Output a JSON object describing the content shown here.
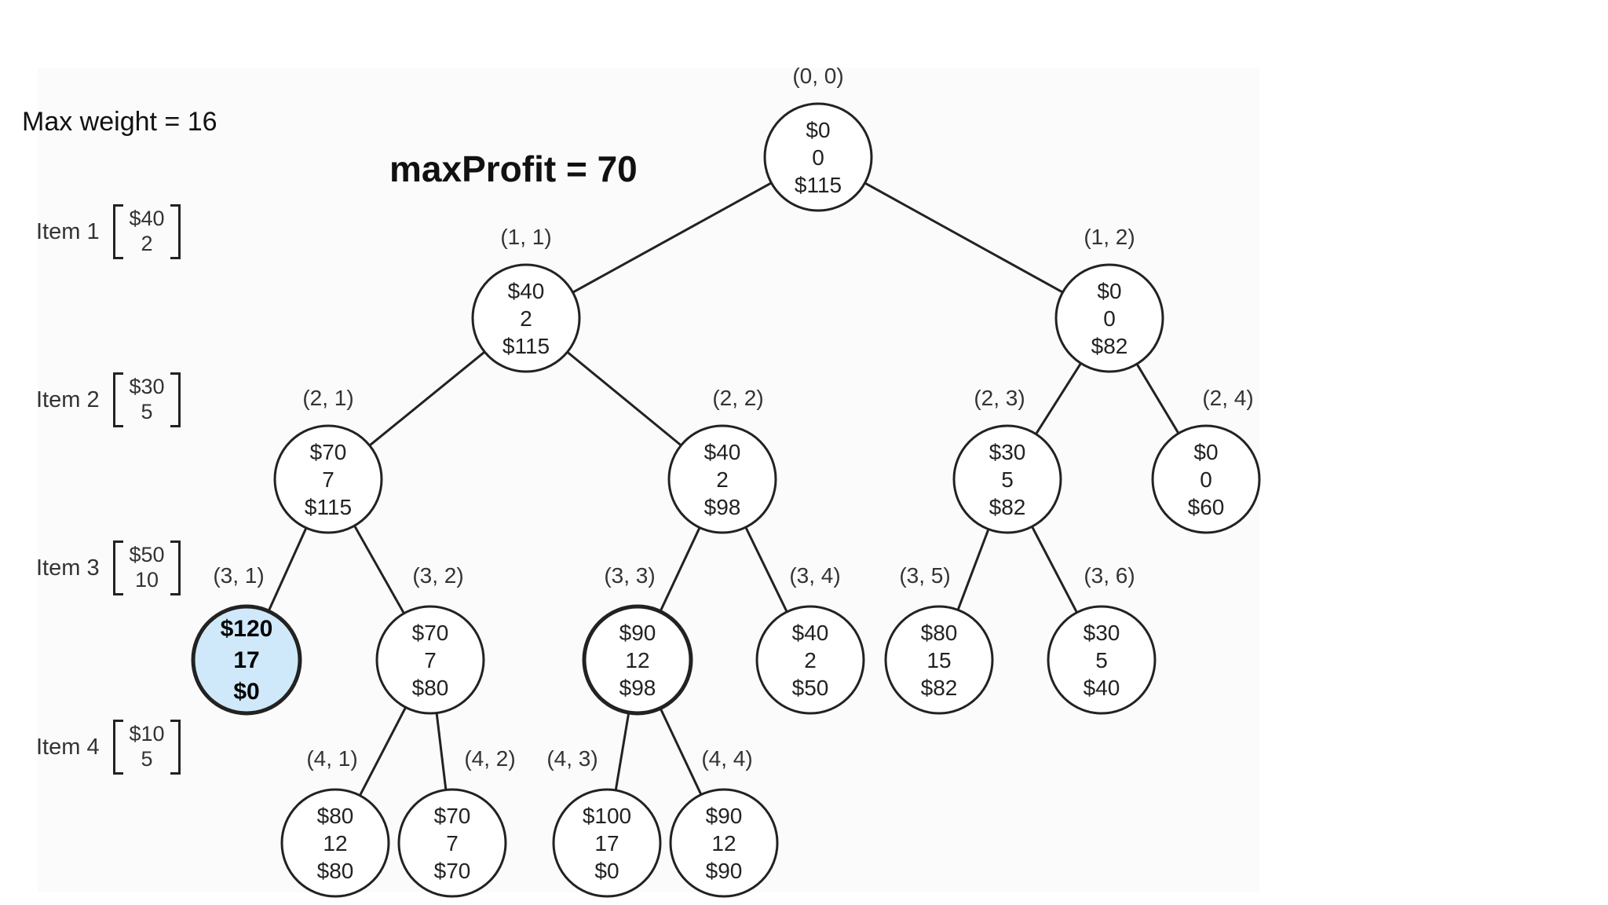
{
  "max_weight_text": "Max weight = 16",
  "max_profit_text": "maxProfit = 70",
  "items": [
    {
      "label": "Item 1",
      "value": "$40",
      "weight": "2"
    },
    {
      "label": "Item 2",
      "value": "$30",
      "weight": "5"
    },
    {
      "label": "Item 3",
      "value": "$50",
      "weight": "10"
    },
    {
      "label": "Item 4",
      "value": "$10",
      "weight": "5"
    }
  ],
  "colors": {
    "highlight_fill": "#cfe9fb",
    "stroke": "#222222"
  },
  "nodes": [
    {
      "id": "0,0",
      "label": "(0, 0)",
      "profit": "$0",
      "weight": "0",
      "bound": "$115"
    },
    {
      "id": "1,1",
      "label": "(1, 1)",
      "profit": "$40",
      "weight": "2",
      "bound": "$115"
    },
    {
      "id": "1,2",
      "label": "(1, 2)",
      "profit": "$0",
      "weight": "0",
      "bound": "$82"
    },
    {
      "id": "2,1",
      "label": "(2, 1)",
      "profit": "$70",
      "weight": "7",
      "bound": "$115"
    },
    {
      "id": "2,2",
      "label": "(2, 2)",
      "profit": "$40",
      "weight": "2",
      "bound": "$98"
    },
    {
      "id": "2,3",
      "label": "(2, 3)",
      "profit": "$30",
      "weight": "5",
      "bound": "$82"
    },
    {
      "id": "2,4",
      "label": "(2, 4)",
      "profit": "$0",
      "weight": "0",
      "bound": "$60"
    },
    {
      "id": "3,1",
      "label": "(3, 1)",
      "profit": "$120",
      "weight": "17",
      "bound": "$0",
      "highlight": true
    },
    {
      "id": "3,2",
      "label": "(3, 2)",
      "profit": "$70",
      "weight": "7",
      "bound": "$80"
    },
    {
      "id": "3,3",
      "label": "(3, 3)",
      "profit": "$90",
      "weight": "12",
      "bound": "$98",
      "emphasis": true
    },
    {
      "id": "3,4",
      "label": "(3, 4)",
      "profit": "$40",
      "weight": "2",
      "bound": "$50"
    },
    {
      "id": "3,5",
      "label": "(3, 5)",
      "profit": "$80",
      "weight": "15",
      "bound": "$82"
    },
    {
      "id": "3,6",
      "label": "(3, 6)",
      "profit": "$30",
      "weight": "5",
      "bound": "$40"
    },
    {
      "id": "4,1",
      "label": "(4, 1)",
      "profit": "$80",
      "weight": "12",
      "bound": "$80"
    },
    {
      "id": "4,2",
      "label": "(4, 2)",
      "profit": "$70",
      "weight": "7",
      "bound": "$70"
    },
    {
      "id": "4,3",
      "label": "(4, 3)",
      "profit": "$100",
      "weight": "17",
      "bound": "$0"
    },
    {
      "id": "4,4",
      "label": "(4, 4)",
      "profit": "$90",
      "weight": "12",
      "bound": "$90"
    }
  ],
  "edges": [
    [
      "0,0",
      "1,1"
    ],
    [
      "0,0",
      "1,2"
    ],
    [
      "1,1",
      "2,1"
    ],
    [
      "1,1",
      "2,2"
    ],
    [
      "1,2",
      "2,3"
    ],
    [
      "1,2",
      "2,4"
    ],
    [
      "2,1",
      "3,1"
    ],
    [
      "2,1",
      "3,2"
    ],
    [
      "2,2",
      "3,3"
    ],
    [
      "2,2",
      "3,4"
    ],
    [
      "2,3",
      "3,5"
    ],
    [
      "2,3",
      "3,6"
    ],
    [
      "3,2",
      "4,1"
    ],
    [
      "3,2",
      "4,2"
    ],
    [
      "3,3",
      "4,3"
    ],
    [
      "3,3",
      "4,4"
    ]
  ]
}
